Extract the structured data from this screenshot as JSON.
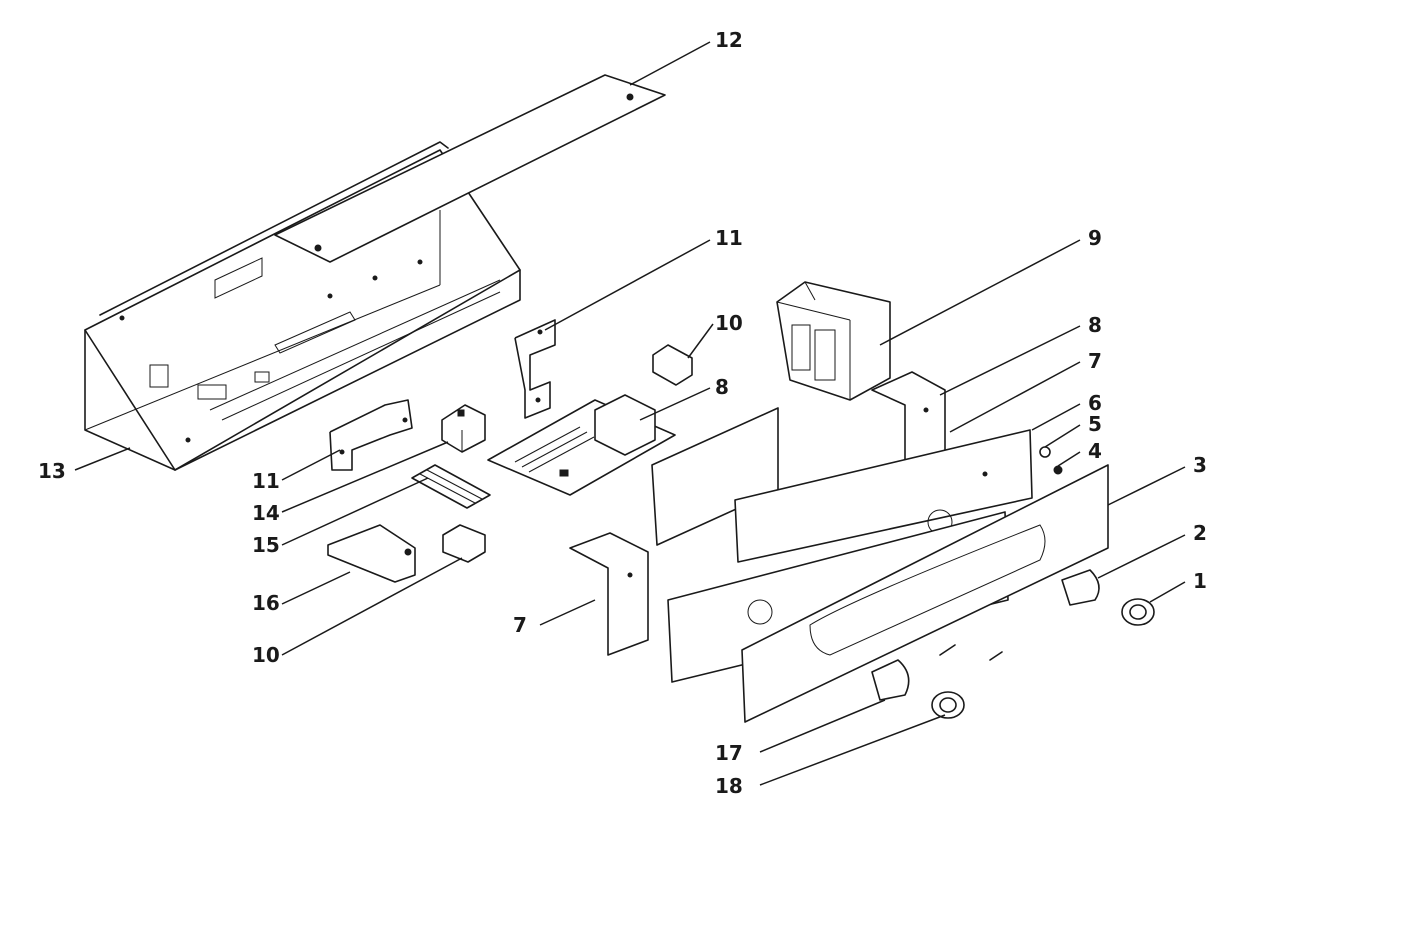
{
  "colors": {
    "ink": "#1a1a1a",
    "background": "#ffffff"
  },
  "callouts": [
    {
      "id": "c12a",
      "label": "12"
    },
    {
      "id": "c11a",
      "label": "11"
    },
    {
      "id": "c9",
      "label": "9"
    },
    {
      "id": "c10a",
      "label": "10"
    },
    {
      "id": "c8a",
      "label": "8"
    },
    {
      "id": "c8b",
      "label": "8"
    },
    {
      "id": "c7a",
      "label": "7"
    },
    {
      "id": "c6",
      "label": "6"
    },
    {
      "id": "c5",
      "label": "5"
    },
    {
      "id": "c4",
      "label": "4"
    },
    {
      "id": "c3",
      "label": "3"
    },
    {
      "id": "c2",
      "label": "2"
    },
    {
      "id": "c1",
      "label": "1"
    },
    {
      "id": "c13",
      "label": "13"
    },
    {
      "id": "c11b",
      "label": "11"
    },
    {
      "id": "c14",
      "label": "14"
    },
    {
      "id": "c15",
      "label": "15"
    },
    {
      "id": "c16",
      "label": "16"
    },
    {
      "id": "c10b",
      "label": "10"
    },
    {
      "id": "c7b",
      "label": "7"
    },
    {
      "id": "c17",
      "label": "17"
    },
    {
      "id": "c18",
      "label": "18"
    }
  ]
}
